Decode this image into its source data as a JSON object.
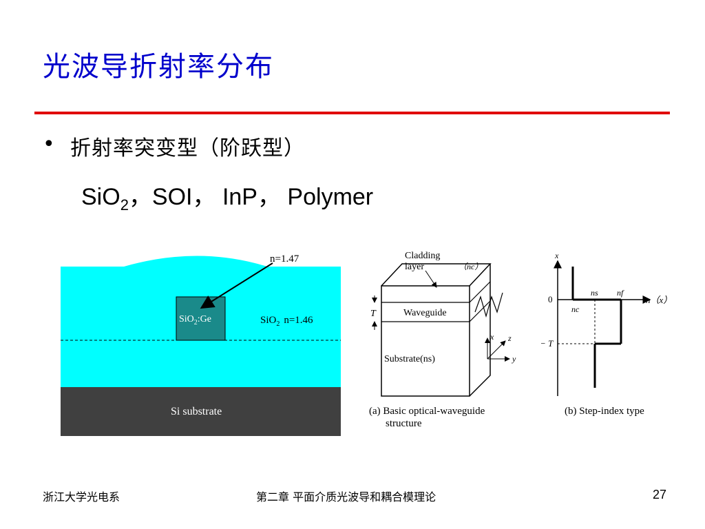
{
  "slide": {
    "title": "光波导折射率分布",
    "bullet_marker": "•",
    "bullet_text": "折射率突变型（阶跃型）",
    "materials": {
      "sio": "SiO",
      "sub2": "2",
      "rest": "，SOI， InP， Polymer"
    }
  },
  "left_figure": {
    "cladding_index": "n=1.47",
    "core_label": "SiO",
    "core_sub": "2",
    "core_suffix": ":Ge",
    "sio2_label": "SiO",
    "sio2_sub": "2",
    "sio2_index": "n=1.46",
    "substrate_label": "Si substrate",
    "colors": {
      "oxide": "#00ffff",
      "core": "#1a8a8a",
      "substrate": "#404040",
      "arrow": "#000000"
    }
  },
  "figure_a": {
    "cladding_line1": "Cladding",
    "cladding_line2": "layer",
    "nc_label": "（nc）",
    "waveguide_label": "Waveguide",
    "substrate_label": "Substrate(ns)",
    "t_label": "T",
    "axis_x": "x",
    "axis_y": "y",
    "axis_z": "z",
    "caption_line1": "(a)  Basic optical-waveguide",
    "caption_line2": "structure"
  },
  "figure_b": {
    "axis_x": "x",
    "zero": "0",
    "neg_t": "− T",
    "nc": "nc",
    "ns": "ns",
    "nf": "nf",
    "axis_n": "n（x）",
    "caption": "(b)  Step-index type"
  },
  "footer": {
    "left": "浙江大学光电系",
    "center": "第二章 平面介质光波导和耦合模理论",
    "page": "27"
  }
}
